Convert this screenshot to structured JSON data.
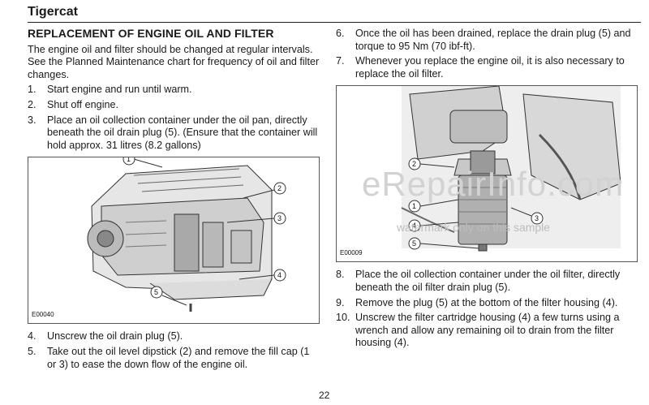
{
  "header": {
    "brand": "Tigercat"
  },
  "section": {
    "title": "REPLACEMENT OF ENGINE OIL AND FILTER",
    "intro": "The engine oil and filter should be changed at regular intervals. See the  Planned Maintenance chart for frequency of oil and filter changes."
  },
  "steps_left_top": [
    {
      "num": "1.",
      "text": "Start engine and run until warm."
    },
    {
      "num": "2.",
      "text": "Shut off engine."
    },
    {
      "num": "3.",
      "text": "Place an oil collection container under the oil pan, directly beneath the oil drain plug (5). (Ensure that the container will hold approx. 31 litres (8.2 gallons)"
    }
  ],
  "figure_left": {
    "code": "E00040",
    "callouts": [
      "1",
      "2",
      "3",
      "4",
      "5"
    ]
  },
  "steps_left_bottom": [
    {
      "num": "4.",
      "text": "Unscrew the oil drain plug (5)."
    },
    {
      "num": "5.",
      "text": "Take out the oil level dipstick (2) and remove the fill cap (1 or 3) to ease the down flow of the engine oil."
    }
  ],
  "steps_right_top": [
    {
      "num": "6.",
      "text": "Once the oil has been drained, replace the drain plug (5) and torque to 95 Nm (70 ibf-ft)."
    },
    {
      "num": "7.",
      "text": "Whenever you replace the engine oil, it is also necessary to replace the oil filter."
    }
  ],
  "figure_right": {
    "code": "E00009",
    "callouts": [
      "2",
      "1",
      "3",
      "4",
      "5"
    ]
  },
  "steps_right_bottom": [
    {
      "num": "8.",
      "text": "Place the oil collection container under the oil filter, directly beneath the oil filter drain plug (5)."
    },
    {
      "num": "9.",
      "text": "Remove the plug (5) at the bottom of the filter housing (4)."
    },
    {
      "num": "10.",
      "text": "Unscrew the filter cartridge housing (4) a few turns using a wrench and allow any remaining oil to drain from the filter housing (4)."
    }
  ],
  "watermark": {
    "main": "eRepairInfo.com",
    "sub": "watermark only on this sample"
  },
  "footer": {
    "page": "22"
  }
}
